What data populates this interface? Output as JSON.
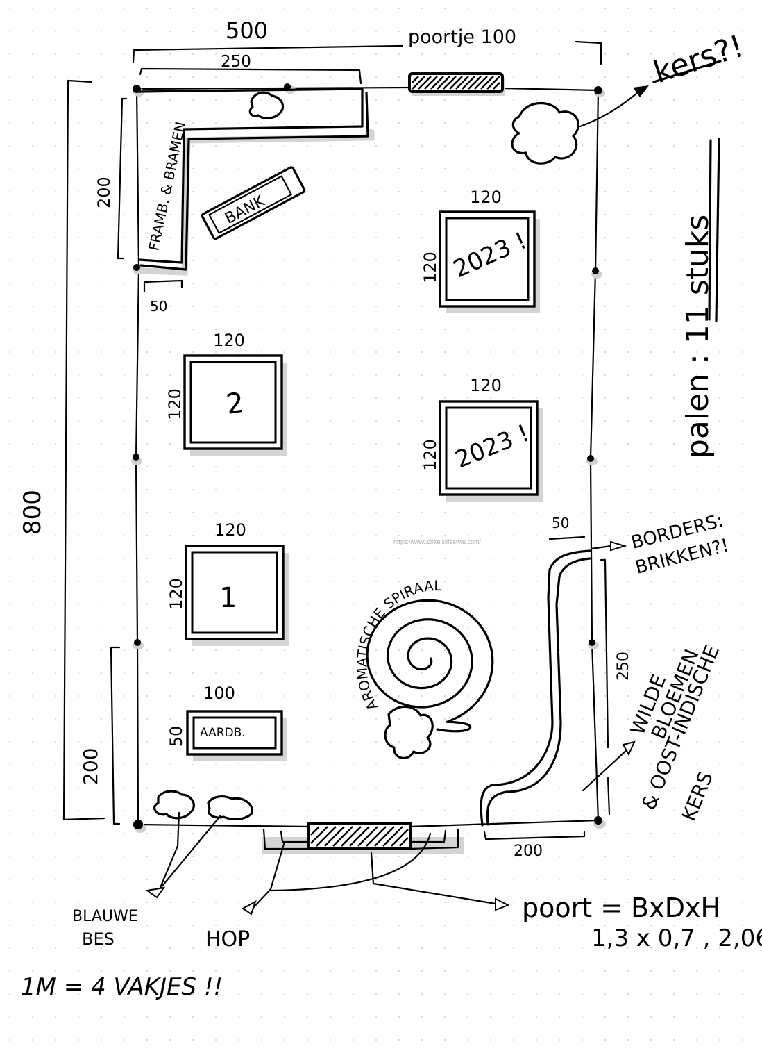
{
  "sheet": {
    "title": "Moestuin plattegrond (schets)",
    "scale_note": "1M = 4 VAKJES !!",
    "credit_url": "https://www.cirkelslifestyle.com/"
  },
  "dimensions": {
    "top_total": "500",
    "top_left": "250",
    "gate_small": "poortje 100",
    "left_total": "800",
    "left_upper": "200",
    "left_lower": "200",
    "strip_width": "50",
    "right_strip_width": "50",
    "right_strip_length": "250",
    "bottom_right": "200"
  },
  "beds": [
    {
      "id": "bed-2023-top",
      "label": "2023 !",
      "width": "120",
      "height": "120"
    },
    {
      "id": "bed-2",
      "label": "2",
      "width": "120",
      "height": "120"
    },
    {
      "id": "bed-2023-mid",
      "label": "2023 !",
      "width": "120",
      "height": "120"
    },
    {
      "id": "bed-1",
      "label": "1",
      "width": "120",
      "height": "120"
    },
    {
      "id": "bed-aardb",
      "label": "AARDB.",
      "width": "100",
      "height": "50"
    }
  ],
  "features": {
    "berry_strip": "FRAMB. & BRAMEN",
    "bench": "BANK",
    "spiral": "AROMATISCHE SPIRAAL",
    "posts_note": "palen : 11 stuks"
  },
  "annotations": {
    "cherry": "kers?!",
    "borders": "BORDERS:",
    "borders_line2": "BRIKKEN?!",
    "wildflowers_l1": "WILDE",
    "wildflowers_l2": "BLOEMEN",
    "wildflowers_l3": "& OOST-INDISCHE",
    "wildflowers_l4": "KERS",
    "blueberry_l1": "BLAUWE",
    "blueberry_l2": "BES",
    "hop": "HOP",
    "gate_l1": "poort = BxDxH",
    "gate_l2": "1,3 x 0,7 , 2,06"
  }
}
